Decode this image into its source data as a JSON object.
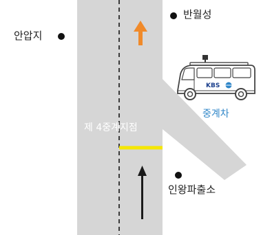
{
  "places": {
    "anapji": "안압지",
    "banwolseong": "반월성",
    "inwang_police": "인왕파출소"
  },
  "checkpoint_label": "제 4중계지점",
  "van": {
    "label": "중계차",
    "brand": "KBS"
  },
  "colors": {
    "road": "#d6d6d6",
    "center_line": "#3a3a3a",
    "stop_line": "#f5e700",
    "arrow_up_orange": "#f08a2a",
    "arrow_up_dark": "#1a1a1a",
    "van_label": "#2f86c8",
    "marker": "#111111"
  },
  "icons": {
    "location_marker": "filled-circle",
    "direction_arrow": "up-arrow",
    "vehicle": "broadcast-van"
  }
}
